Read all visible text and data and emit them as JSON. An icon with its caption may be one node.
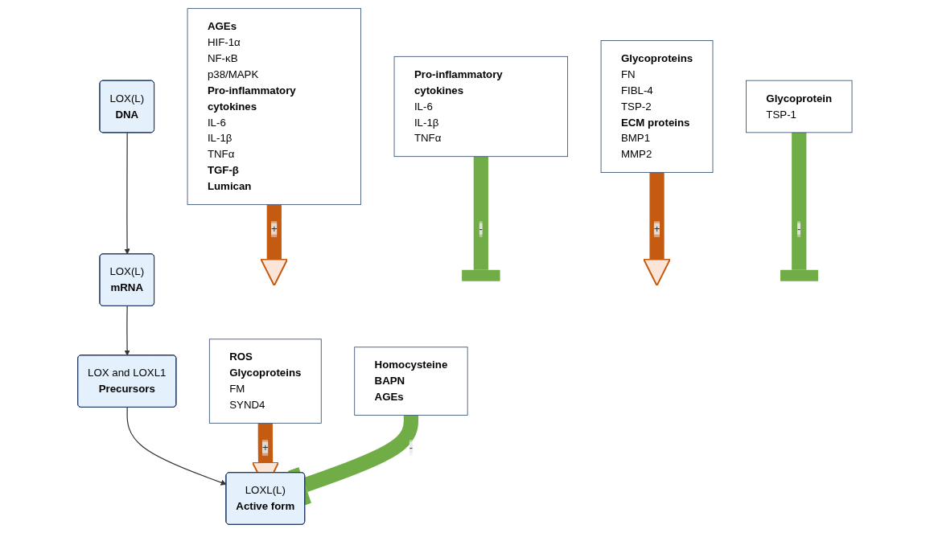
{
  "diagram": {
    "nodes": [
      {
        "text": [
          "AGEs",
          "HIF-1α",
          "NF-κB",
          "p38/MAPK",
          "Pro-inflammatory cytokines",
          "IL-6",
          "IL-1β",
          "TNFα",
          "TGF-β",
          "Lumican"
        ]
      },
      {
        "text": [
          "LOX(L)",
          "DNA"
        ]
      },
      {
        "text": [
          "Pro-inflammatory cytokines",
          "IL-6",
          "IL-1β",
          "TNFα"
        ]
      },
      {
        "text": [
          "LOX(L)",
          "mRNA"
        ]
      },
      {
        "text": [
          "Glycoproteins",
          "FN",
          "FIBL-4",
          "TSP-2",
          "ECM proteins",
          "BMP1",
          "MMP2"
        ]
      },
      {
        "text": [
          "LOX and LOXL1",
          "Precursors"
        ]
      },
      {
        "text": [
          "Glycoprotein",
          "TSP-1"
        ]
      },
      {
        "text": [
          "ROS",
          "Glycoproteins",
          "FM",
          "SYND4"
        ]
      },
      {
        "text": [
          "LOXL(L)",
          "Active form"
        ]
      },
      {
        "text": [
          "Homocysteine",
          "BAPN",
          "AGEs"
        ]
      }
    ],
    "edges": [
      {
        "from": 1,
        "to": 3,
        "arrow": "to"
      },
      {
        "from": 3,
        "to": 5,
        "arrow": "to"
      },
      {
        "from": 5,
        "to": 8,
        "arrow": "to"
      },
      {
        "from": 0,
        "to": null,
        "arrow": "to",
        "label": "+",
        "color": "#c55a11"
      },
      {
        "from": 2,
        "to": null,
        "arrow": "other",
        "label": "-",
        "color": "#70ad47"
      },
      {
        "from": 4,
        "to": null,
        "arrow": "to",
        "label": "+",
        "color": "#c55a11"
      },
      {
        "from": 6,
        "to": null,
        "arrow": "other",
        "label": "-",
        "color": "#70ad47"
      },
      {
        "from": 7,
        "to": 8,
        "arrow": "to",
        "label": "+",
        "color": "#c55a11"
      },
      {
        "from": 9,
        "to": 8,
        "arrow": "other",
        "label": "-",
        "color": "#70ad47"
      }
    ]
  }
}
